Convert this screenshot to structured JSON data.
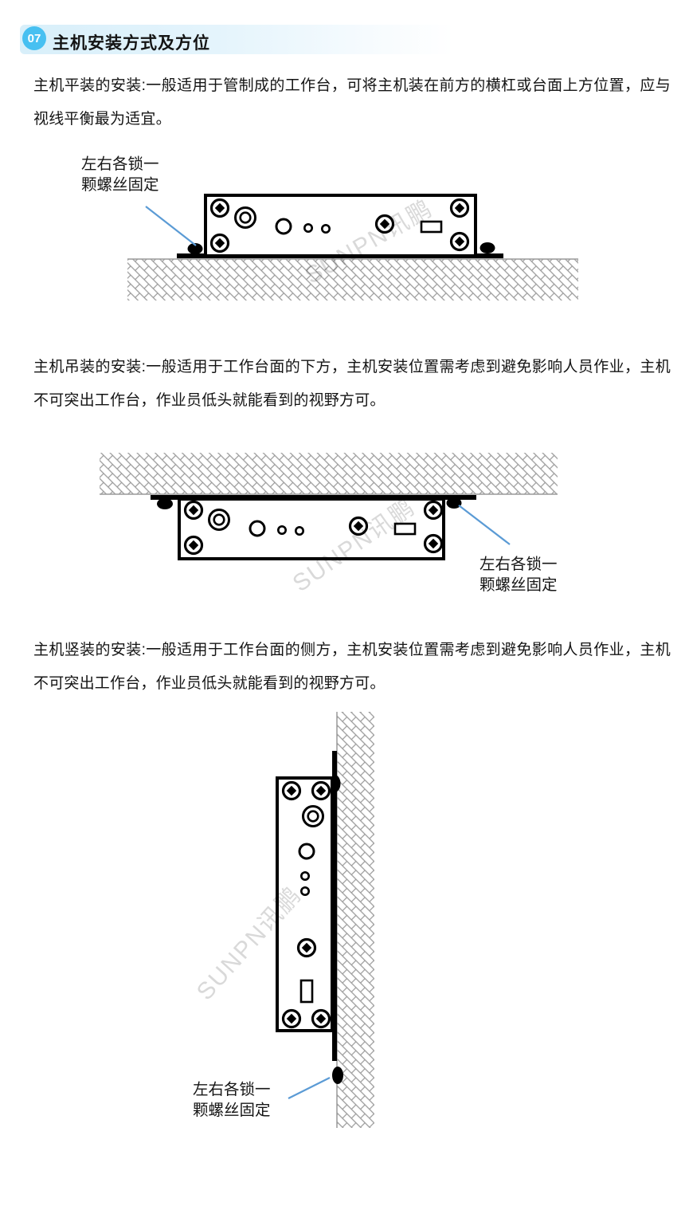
{
  "header": {
    "number": "07",
    "title": "主机安装方式及方位"
  },
  "paragraphs": {
    "flat": "主机平装的安装:一般适用于管制成的工作台，可将主机装在前方的横杠或台面上方位置，应与视线平衡最为适宜。",
    "hanging": "主机吊装的安装:一般适用于工作台面的下方，主机安装位置需考虑到避免影响人员作业，主机不可突出工作台，作业员低头就能看到的视野方可。",
    "vertical": "主机竖装的安装:一般适用于工作台面的侧方，主机安装位置需考虑到避免影响人员作业，主机不可突出工作台，作业员低头就能看到的视野方可。"
  },
  "callout": {
    "line1": "左右各锁一",
    "line2": "颗螺丝固定"
  },
  "watermark": "SUNPN讯鹏",
  "colors": {
    "badge": "#47c0f1",
    "header_bar": "#d8effa",
    "callout_line": "#5b9bd5",
    "hatch_line": "#9a9a9a",
    "device_outline": "#000000"
  }
}
